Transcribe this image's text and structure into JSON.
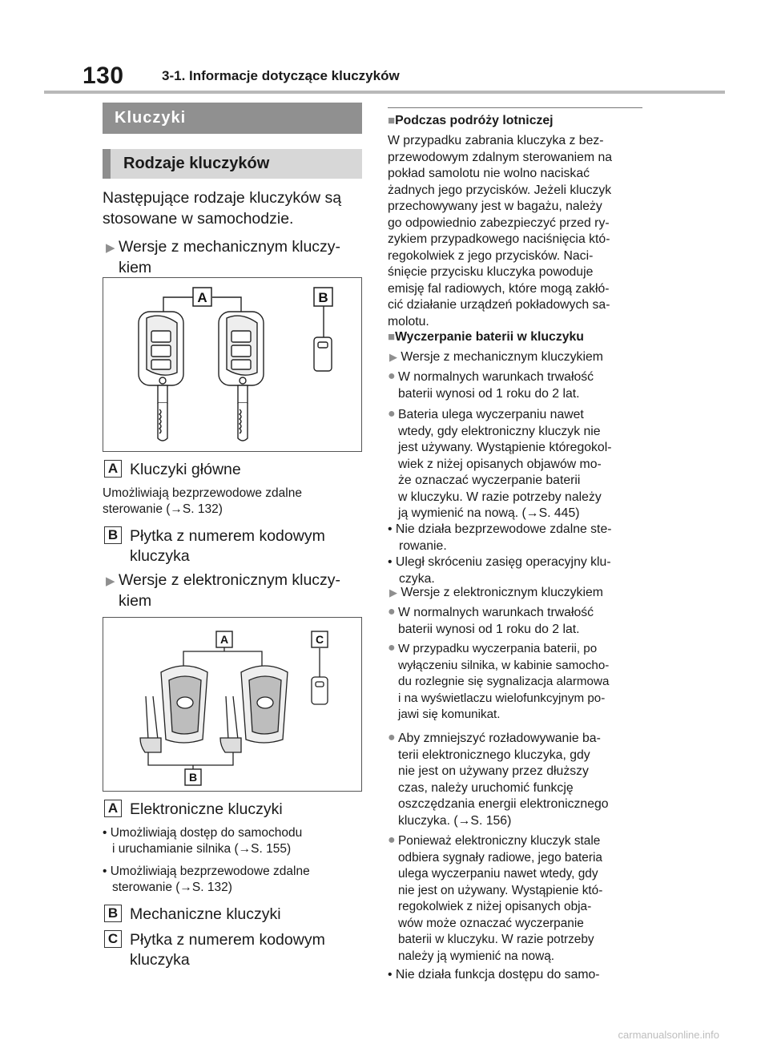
{
  "header": {
    "page_number": "130",
    "chapter": "3-1. Informacje dotyczące kluczyków"
  },
  "left": {
    "section_title": "Kluczyki",
    "subsection_title": "Rodzaje kluczyków",
    "intro_1": "Następujące rodzaje kluczyków są",
    "intro_2": "stosowane w samochodzie.",
    "mech_1": "Wersje z mechanicznym kluczy-",
    "mech_2": "kiem",
    "fig1_label_a": "A",
    "fig1_label_b": "B",
    "item_a": "A",
    "item_a_title": "Kluczyki główne",
    "item_a_desc_1": "Umożliwiają bezprzewodowe zdalne",
    "item_a_desc_2": "sterowanie (→S. 132)",
    "item_b": "B",
    "item_b_title_1": "Płytka z numerem kodowym",
    "item_b_title_2": "kluczyka",
    "elec_1": "Wersje z elektronicznym kluczy-",
    "elec_2": "kiem",
    "fig2_label_a": "A",
    "fig2_label_b": "B",
    "fig2_label_c": "C",
    "item2_a": "A",
    "item2_a_title": "Elektroniczne kluczyki",
    "item2_a_b1_1": "• Umożliwiają dostęp do samochodu",
    "item2_a_b1_2": "i uruchamianie silnika (→S. 155)",
    "item2_a_b2_1": "• Umożliwiają bezprzewodowe zdalne",
    "item2_a_b2_2": "sterowanie (→S. 132)",
    "item2_b": "B",
    "item2_b_title": "Mechaniczne kluczyki",
    "item2_c": "C",
    "item2_c_title_1": "Płytka z numerem kodowym",
    "item2_c_title_2": "kluczyka"
  },
  "right": {
    "h1": "Podczas podróży lotniczej",
    "p1": [
      "W przypadku zabrania kluczyka z bez-",
      "przewodowym zdalnym sterowaniem na",
      "pokład samolotu nie wolno naciskać",
      "żadnych jego przycisków. Jeżeli kluczyk",
      "przechowywany jest w bagażu, należy",
      "go odpowiednio zabezpieczyć przed ry-",
      "zykiem przypadkowego naciśnięcia któ-",
      "regokolwiek z jego przycisków. Naci-",
      "śnięcie przycisku kluczyka powoduje",
      "emisję fal radiowych, które mogą zakłó-",
      "cić działanie urządzeń pokładowych sa-",
      "molotu."
    ],
    "h2": "Wyczerpanie baterii w kluczyku",
    "mech": "Wersje z mechanicznym kluczykiem",
    "m_b1": [
      "W normalnych warunkach trwałość",
      "baterii wynosi od 1 roku do 2 lat."
    ],
    "m_b2": [
      "Bateria ulega wyczerpaniu nawet",
      "wtedy, gdy elektroniczny kluczyk nie",
      "jest używany. Wystąpienie któregokol-",
      "wiek z niżej opisanych objawów mo-",
      "że oznaczać wyczerpanie baterii",
      "w kluczyku. W razie potrzeby należy",
      "ją wymienić na nową. (→S. 445)"
    ],
    "m_d1": [
      "• Nie działa bezprzewodowe zdalne ste-",
      "rowanie."
    ],
    "m_d2": [
      "• Uległ skróceniu zasięg operacyjny klu-",
      "czyka."
    ],
    "elec": "Wersje z elektronicznym kluczykiem",
    "e_b1": [
      "W normalnych warunkach trwałość",
      "baterii wynosi od 1 roku do 2 lat."
    ],
    "e_b2": [
      "W przypadku wyczerpania baterii, po",
      "wyłączeniu silnika, w kabinie samocho-",
      "du rozlegnie się sygnalizacja alarmowa",
      "i na wyświetlaczu wielofunkcyjnym po-",
      "jawi się komunikat."
    ],
    "e_b3": [
      "Aby zmniejszyć rozładowywanie ba-",
      "terii elektronicznego kluczyka, gdy",
      "nie jest on używany przez dłuższy",
      "czas, należy uruchomić funkcję",
      "oszczędzania energii elektronicznego",
      "kluczyka. (→S. 156)"
    ],
    "e_b4": [
      "Ponieważ elektroniczny kluczyk stale",
      "odbiera sygnały radiowe, jego bateria",
      "ulega wyczerpaniu nawet wtedy, gdy",
      "nie jest on używany. Wystąpienie któ-",
      "regokolwiek z niżej opisanych obja-",
      "wów może oznaczać wyczerpanie",
      "baterii w kluczyku. W razie potrzeby",
      "należy ją wymienić na nową."
    ],
    "e_d1": "• Nie działa funkcja dostępu do samo-"
  },
  "watermark": "carmanualsonline.info"
}
